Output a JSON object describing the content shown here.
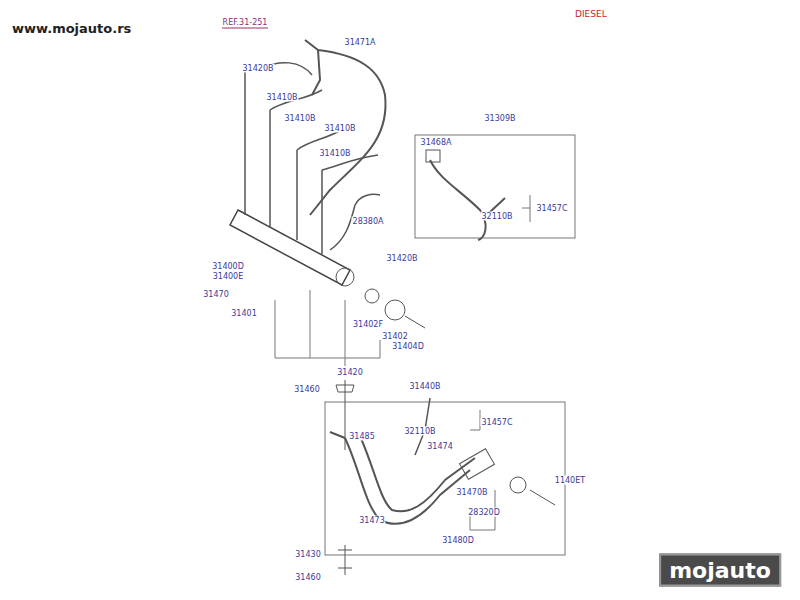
{
  "diagram": {
    "labels": [
      "www.mojauto.rs",
      "DIESEL",
      "REF.31-251",
      "31471A",
      "31420B",
      "31410B",
      "31410B",
      "31410B",
      "31410B",
      "31309B",
      "31468A",
      "31457C",
      "32110B",
      "28380A",
      "31420B",
      "31400D",
      "31400E",
      "31470",
      "31401",
      "31402F",
      "31402",
      "31404D",
      "31420",
      "31460",
      "31440B",
      "31457C",
      "32110B",
      "31485",
      "31474",
      "1140ET",
      "31470B",
      "28320D",
      "31480D",
      "31473",
      "31430",
      "31460",
      "mojauto"
    ]
  }
}
